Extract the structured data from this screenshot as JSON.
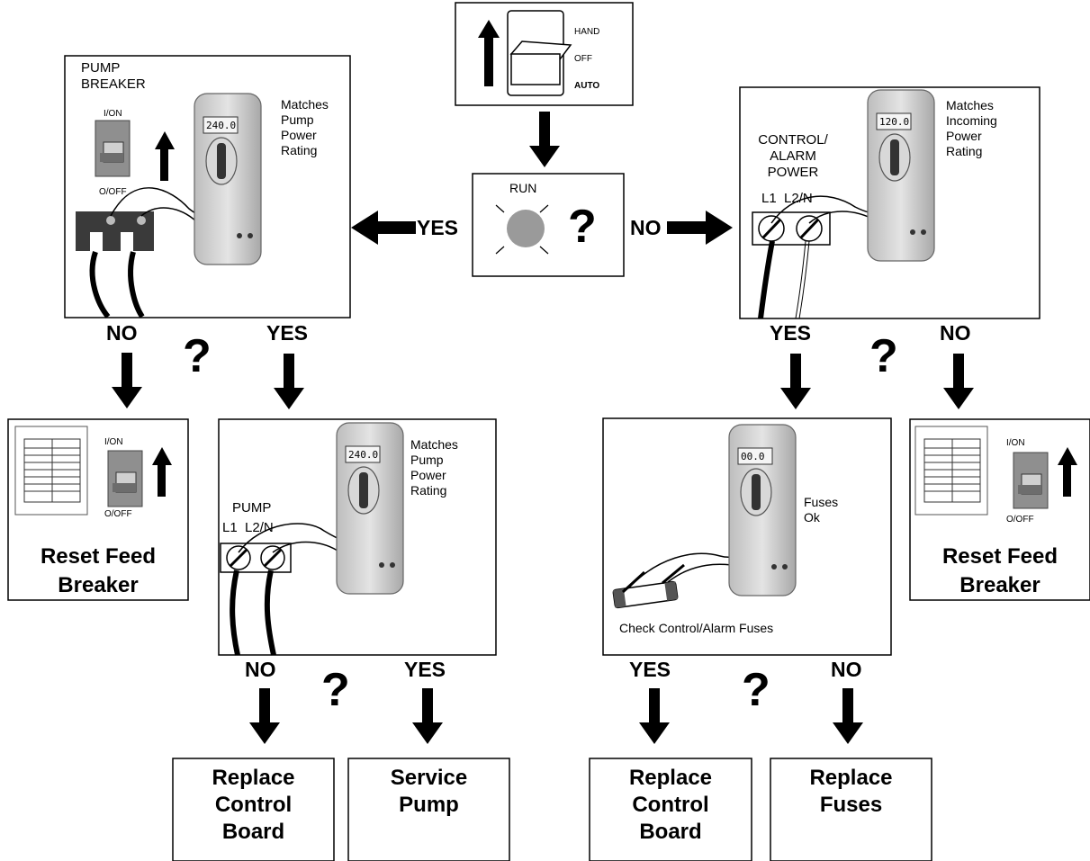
{
  "switch_panel": {
    "hand": "HAND",
    "off": "OFF",
    "auto": "AUTO"
  },
  "run_panel": {
    "run": "RUN",
    "question": "?"
  },
  "branches": {
    "yes": "YES",
    "no": "NO",
    "question": "?"
  },
  "pump_breaker_panel": {
    "title": "PUMP\nBREAKER",
    "on": "I/ON",
    "off": "O/OFF",
    "reading": "240.0",
    "note": "Matches\nPump\nPower\nRating"
  },
  "control_power_panel": {
    "title": "CONTROL/\nALARM\nPOWER",
    "terminals": "L1  L2/N",
    "reading": "120.0",
    "note": "Matches\nIncoming\nPower\nRating"
  },
  "pump_terminal_panel": {
    "title": "PUMP",
    "terminals": "L1  L2/N",
    "reading": "240.0",
    "note": "Matches\nPump\nPower\nRating"
  },
  "fuse_panel": {
    "reading": "00.0",
    "note": "Fuses\nOk",
    "caption": "Check Control/Alarm Fuses"
  },
  "reset_left": {
    "on": "I/ON",
    "off": "O/OFF",
    "caption": "Reset Feed\nBreaker"
  },
  "reset_right": {
    "on": "I/ON",
    "off": "O/OFF",
    "caption": "Reset Feed\nBreaker"
  },
  "outcomes": {
    "replace_board_left": "Replace\nControl\nBoard",
    "service_pump": "Service\nPump",
    "replace_board_right": "Replace\nControl\nBoard",
    "replace_fuses": "Replace\nFuses"
  }
}
